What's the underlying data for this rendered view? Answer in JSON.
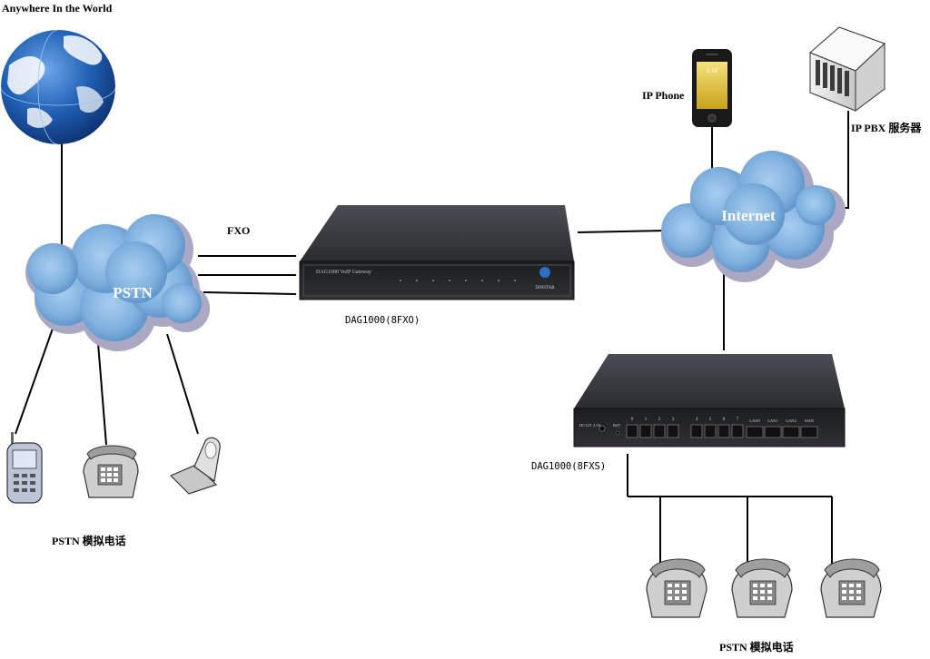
{
  "labels": {
    "world": "Anywhere In the World",
    "fxo": "FXO",
    "ip_phone": "IP Phone",
    "ip_pbx": "IP PBX 服务器",
    "pstn_cloud": "PSTN",
    "internet_cloud": "Internet",
    "fxo_gateway": "DAG1000(8FXO)",
    "fxs_gateway": "DAG1000(8FXS)",
    "pstn_phones_left": "PSTN 模拟电话",
    "pstn_phones_right": "PSTN 模拟电话"
  },
  "devices": {
    "fxo_panel_title": "DAG1000  VoIP  Gateway",
    "fxo_brand": "DINSTAR",
    "fxs_power": "DC12V 2.0A",
    "fxs_rst": "RST",
    "fxs_ports": [
      "0",
      "1",
      "2",
      "3",
      "4",
      "5",
      "6",
      "7"
    ],
    "fxs_lan_ports": [
      "LAN0",
      "LAN1",
      "LAN2",
      "WAN"
    ],
    "phone_screen_time": "5:18"
  },
  "colors": {
    "cloud_fill": "#7fb0de",
    "cloud_shadow": "#a9a9c4",
    "globe_ocean": "#1f5fb3",
    "device_body": "#2b2d31",
    "line": "#000000"
  }
}
